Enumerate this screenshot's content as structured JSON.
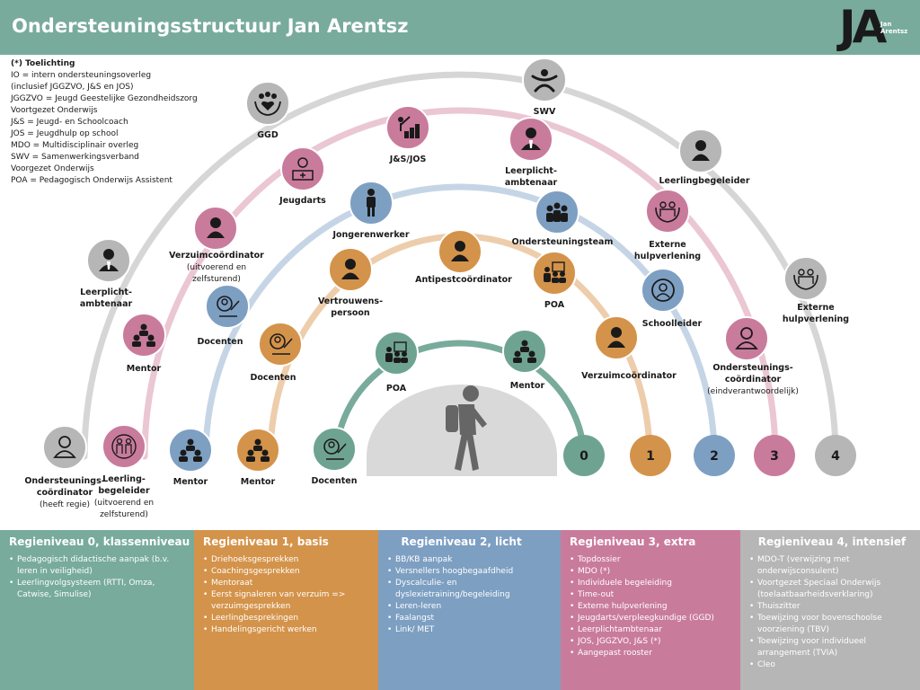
{
  "header": {
    "title": "Ondersteuningsstructuur Jan Arentsz",
    "logo_letters": "JA",
    "logo_small": "Jan Arentsz"
  },
  "legend": {
    "title": "(*) Toelichting",
    "lines": [
      "IO = intern ondersteuningsoverleg",
      "(inclusief JGGZVO, J&S en JOS)",
      "JGGZVO = Jeugd Geestelijke Gezondheidszorg",
      "Voortgezet Onderwijs",
      "J&S = Jeugd- en Schoolcoach",
      "JOS = Jeugdhulp op school",
      "MDO = Multidisciplinair overleg",
      "SWV = Samenwerkingsverband",
      "Voorgezet Onderwijs",
      "POA = Pedagogisch Onderwijs Assistent"
    ]
  },
  "colors": {
    "level0": "#6fa391",
    "level1": "#d4934a",
    "level2": "#7d9fc2",
    "level3": "#c97b9c",
    "level4": "#b6b6b6",
    "arc0": "#78ab9b",
    "arc1": "#edcdab",
    "arc2": "#c6d5e6",
    "arc3": "#eac7d3",
    "arc4": "#d6d6d6",
    "dome": "#d9d9d9",
    "figure": "#666666"
  },
  "level_numbers": [
    "0",
    "1",
    "2",
    "3",
    "4"
  ],
  "nodes": [
    {
      "level": 0,
      "icon": "group-icon",
      "label": [
        "POA"
      ]
    },
    {
      "level": 0,
      "icon": "meeting-icon",
      "label": [
        "Mentor"
      ]
    },
    {
      "level": 0,
      "icon": "teacher-icon",
      "label": [
        "Docenten"
      ]
    },
    {
      "level": 1,
      "icon": "meeting-icon",
      "label": [
        "Mentor"
      ]
    },
    {
      "level": 1,
      "icon": "teacher-icon",
      "label": [
        "Docenten"
      ]
    },
    {
      "level": 1,
      "icon": "person-icon",
      "label": [
        "Vertrouwens-",
        "persoon"
      ]
    },
    {
      "level": 1,
      "icon": "person-icon",
      "label": [
        "Antipestcoördinator"
      ]
    },
    {
      "level": 1,
      "icon": "group-icon",
      "label": [
        "POA"
      ]
    },
    {
      "level": 1,
      "icon": "person-icon",
      "label": [
        "Verzuimcoördinator"
      ]
    },
    {
      "level": 2,
      "icon": "meeting-icon",
      "label": [
        "Mentor"
      ]
    },
    {
      "level": 2,
      "icon": "teacher-icon",
      "label": [
        "Docenten"
      ]
    },
    {
      "level": 2,
      "icon": "standing-person-icon",
      "label": [
        "Jongerenwerker"
      ]
    },
    {
      "level": 2,
      "icon": "team-icon",
      "label": [
        "Ondersteuningsteam"
      ]
    },
    {
      "level": 2,
      "icon": "person-circle-icon",
      "label": [
        "Schoolleider"
      ]
    },
    {
      "level": 3,
      "icon": "family-icon",
      "label": [
        "Leerling-",
        "begeleider"
      ],
      "sub": [
        "(uitvoerend en",
        "zelfsturend)"
      ]
    },
    {
      "level": 3,
      "icon": "meeting-icon",
      "label": [
        "Mentor"
      ]
    },
    {
      "level": 3,
      "icon": "person-icon",
      "label": [
        "Verzuimcoördinator"
      ],
      "sub": [
        "(uitvoerend en",
        "zelfsturend)"
      ]
    },
    {
      "level": 3,
      "icon": "doctor-icon",
      "label": [
        "Jeugdarts"
      ]
    },
    {
      "level": 3,
      "icon": "coach-icon",
      "label": [
        "J&S/JOS"
      ]
    },
    {
      "level": 3,
      "icon": "suit-person-icon",
      "label": [
        "Leerplicht-",
        "ambtenaar"
      ]
    },
    {
      "level": 3,
      "icon": "helping-hands-icon",
      "label": [
        "Externe",
        "hulpverlening"
      ]
    },
    {
      "level": 3,
      "icon": "person-outline-icon",
      "label": [
        "Ondersteunings-",
        "coördinator"
      ],
      "sub": [
        "(eindverantwoordelijk)"
      ]
    },
    {
      "level": 4,
      "icon": "person-outline-icon",
      "label": [
        "Ondersteunings-",
        "coördinator"
      ],
      "sub": [
        "(heeft regie)"
      ]
    },
    {
      "level": 4,
      "icon": "suit-person-icon",
      "label": [
        "Leerplicht-",
        "ambtenaar"
      ]
    },
    {
      "level": 4,
      "icon": "care-icon",
      "label": [
        "GGD"
      ]
    },
    {
      "level": 4,
      "icon": "swv-icon",
      "label": [
        "SWV"
      ]
    },
    {
      "level": 4,
      "icon": "person-icon",
      "label": [
        "Leerlingbegeleider"
      ]
    },
    {
      "level": 4,
      "icon": "helping-hands-icon",
      "label": [
        "Externe",
        "hulpverlening"
      ]
    }
  ],
  "columns": [
    {
      "title": "Regieniveau 0, klassenniveau",
      "items": [
        "Pedagogisch didactische aanpak (b.v. leren in veiligheid)",
        "Leerlingvolgsysteem (RTTI, Omza, Catwise, Simulise)"
      ]
    },
    {
      "title": "Regieniveau 1, basis",
      "items": [
        "Driehoeksgesprekken",
        "Coachingsgesprekken",
        "Mentoraat",
        "Eerst signaleren van verzuim => verzuimgesprekken",
        "Leerlingbesprekingen",
        "Handelingsgericht werken"
      ]
    },
    {
      "title": "Regieniveau 2, licht",
      "items": [
        "BB/KB aanpak",
        "Versnellers hoogbegaafdheid",
        "Dyscalculie- en dyslexietraining/begeleiding",
        "Leren-leren",
        "Faalangst",
        "Link/ MET"
      ]
    },
    {
      "title": "Regieniveau 3, extra",
      "items": [
        "Topdossier",
        "MDO (*)",
        "Individuele begeleiding",
        "Time-out",
        "Externe hulpverlening",
        "Jeugdarts/verpleegkundige (GGD)",
        "Leerplichtambtenaar",
        "JOS, JGGZVO, J&S (*)",
        "Aangepast rooster"
      ]
    },
    {
      "title": "Regieniveau 4, intensief",
      "items": [
        "MDO-T (verwijzing met onderwijsconsulent)",
        "Voortgezet Speciaal Onderwijs (toelaatbaarheidsverklaring)",
        "Thuiszitter",
        "Toewijzing voor bovenschoolse voorziening (TBV)",
        "Toewijzing voor individueel arrangement (TVIA)",
        "Cleo"
      ]
    }
  ]
}
